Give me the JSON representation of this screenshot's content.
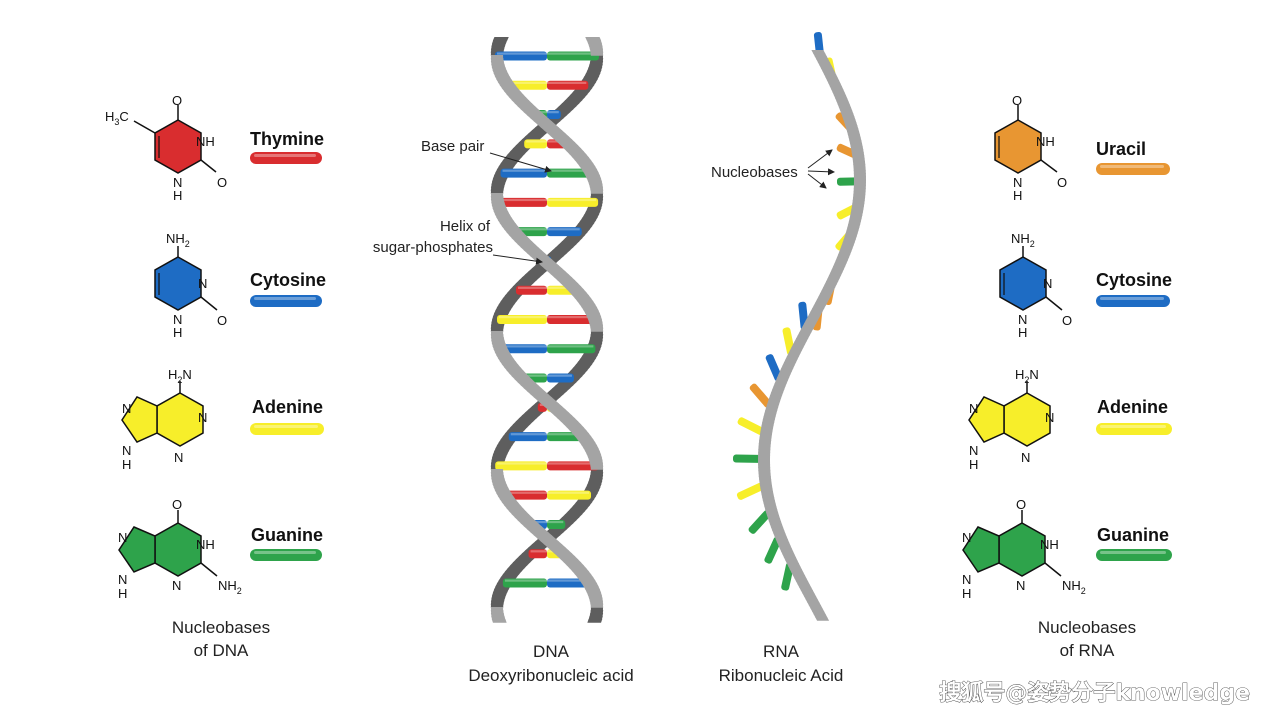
{
  "colors": {
    "thymine": "#d92d2f",
    "cytosine": "#1e6cc4",
    "adenine": "#f7ee2a",
    "guanine": "#2ea34b",
    "uracil": "#e89632",
    "backbone": "#a4a4a4",
    "backbone_dark": "#5e5e5e"
  },
  "dna_bases": {
    "caption_line1": "Nucleobases",
    "caption_line2": "of DNA",
    "items": [
      {
        "name": "Thymine",
        "color": "#d92d2f",
        "molecule": "pyrimidine",
        "atoms": {
          "substituent": "H",
          "substituent_sub": "3",
          "substituent_tail": "C",
          "top": "O",
          "right_nh": "NH",
          "right_o": "O",
          "bottom_n": "N",
          "bottom_h": "H"
        }
      },
      {
        "name": "Cytosine",
        "color": "#1e6cc4",
        "molecule": "pyrimidine",
        "atoms": {
          "substituent": "NH",
          "substituent_sub": "2",
          "ring_n": "N",
          "right_o": "O",
          "bottom_n": "N",
          "bottom_h": "H"
        }
      },
      {
        "name": "Adenine",
        "color": "#f7ee2a",
        "molecule": "purine",
        "atoms": {
          "substituent": "H",
          "substituent_sub": "2",
          "substituent_tail": "N",
          "n1": "N",
          "n3": "N",
          "n7": "N",
          "n9": "N",
          "h9": "H"
        }
      },
      {
        "name": "Guanine",
        "color": "#2ea34b",
        "molecule": "purine",
        "atoms": {
          "top": "O",
          "nh": "NH",
          "n3": "N",
          "nh2": "NH",
          "nh2_sub": "2",
          "n7": "N",
          "n9": "N",
          "h9": "H"
        }
      }
    ]
  },
  "rna_bases": {
    "caption_line1": "Nucleobases",
    "caption_line2": "of RNA",
    "items": [
      {
        "name": "Uracil",
        "color": "#e89632",
        "molecule": "pyrimidine",
        "atoms": {
          "top": "O",
          "right_nh": "NH",
          "right_o": "O",
          "bottom_n": "N",
          "bottom_h": "H"
        }
      },
      {
        "name": "Cytosine",
        "color": "#1e6cc4",
        "molecule": "pyrimidine",
        "atoms": {
          "substituent": "NH",
          "substituent_sub": "2",
          "ring_n": "N",
          "right_o": "O",
          "bottom_n": "N",
          "bottom_h": "H"
        }
      },
      {
        "name": "Adenine",
        "color": "#f7ee2a",
        "molecule": "purine",
        "atoms": {
          "substituent": "H",
          "substituent_sub": "2",
          "substituent_tail": "N",
          "n1": "N",
          "n3": "N",
          "n7": "N",
          "n9": "N",
          "h9": "H"
        }
      },
      {
        "name": "Guanine",
        "color": "#2ea34b",
        "molecule": "purine",
        "atoms": {
          "top": "O",
          "nh": "NH",
          "n3": "N",
          "nh2": "NH",
          "nh2_sub": "2",
          "n7": "N",
          "n9": "N",
          "h9": "H"
        }
      }
    ]
  },
  "dna": {
    "caption_line1": "DNA",
    "caption_line2": "Deoxyribonucleic acid",
    "label_base_pair": "Base pair",
    "label_helix_line1": "Helix of",
    "label_helix_line2": "sugar-phosphates",
    "pairs": [
      [
        "guanine",
        "cytosine"
      ],
      [
        "thymine",
        "adenine"
      ],
      [
        "cytosine",
        "guanine"
      ],
      [
        "adenine",
        "thymine"
      ],
      [
        "cytosine",
        "guanine"
      ],
      [
        "thymine",
        "adenine"
      ],
      [
        "guanine",
        "cytosine"
      ],
      [
        "guanine",
        "cytosine"
      ],
      [
        "adenine",
        "thymine"
      ],
      [
        "thymine",
        "adenine"
      ],
      [
        "guanine",
        "cytosine"
      ],
      [
        "cytosine",
        "guanine"
      ],
      [
        "thymine",
        "adenine"
      ],
      [
        "cytosine",
        "guanine"
      ],
      [
        "adenine",
        "thymine"
      ],
      [
        "thymine",
        "adenine"
      ],
      [
        "cytosine",
        "guanine"
      ],
      [
        "adenine",
        "thymine"
      ],
      [
        "cytosine",
        "guanine"
      ]
    ]
  },
  "rna": {
    "caption_line1": "RNA",
    "caption_line2": "Ribonucleic Acid",
    "label_nucleobases": "Nucleobases",
    "bases": [
      "cytosine",
      "adenine",
      "cytosine",
      "uracil",
      "uracil",
      "guanine",
      "adenine",
      "adenine",
      "uracil",
      "uracil",
      "uracil",
      "cytosine",
      "adenine",
      "cytosine",
      "uracil",
      "adenine",
      "guanine",
      "adenine",
      "guanine",
      "guanine",
      "guanine"
    ]
  },
  "watermark": "搜狐号@姿势分子knowledge"
}
